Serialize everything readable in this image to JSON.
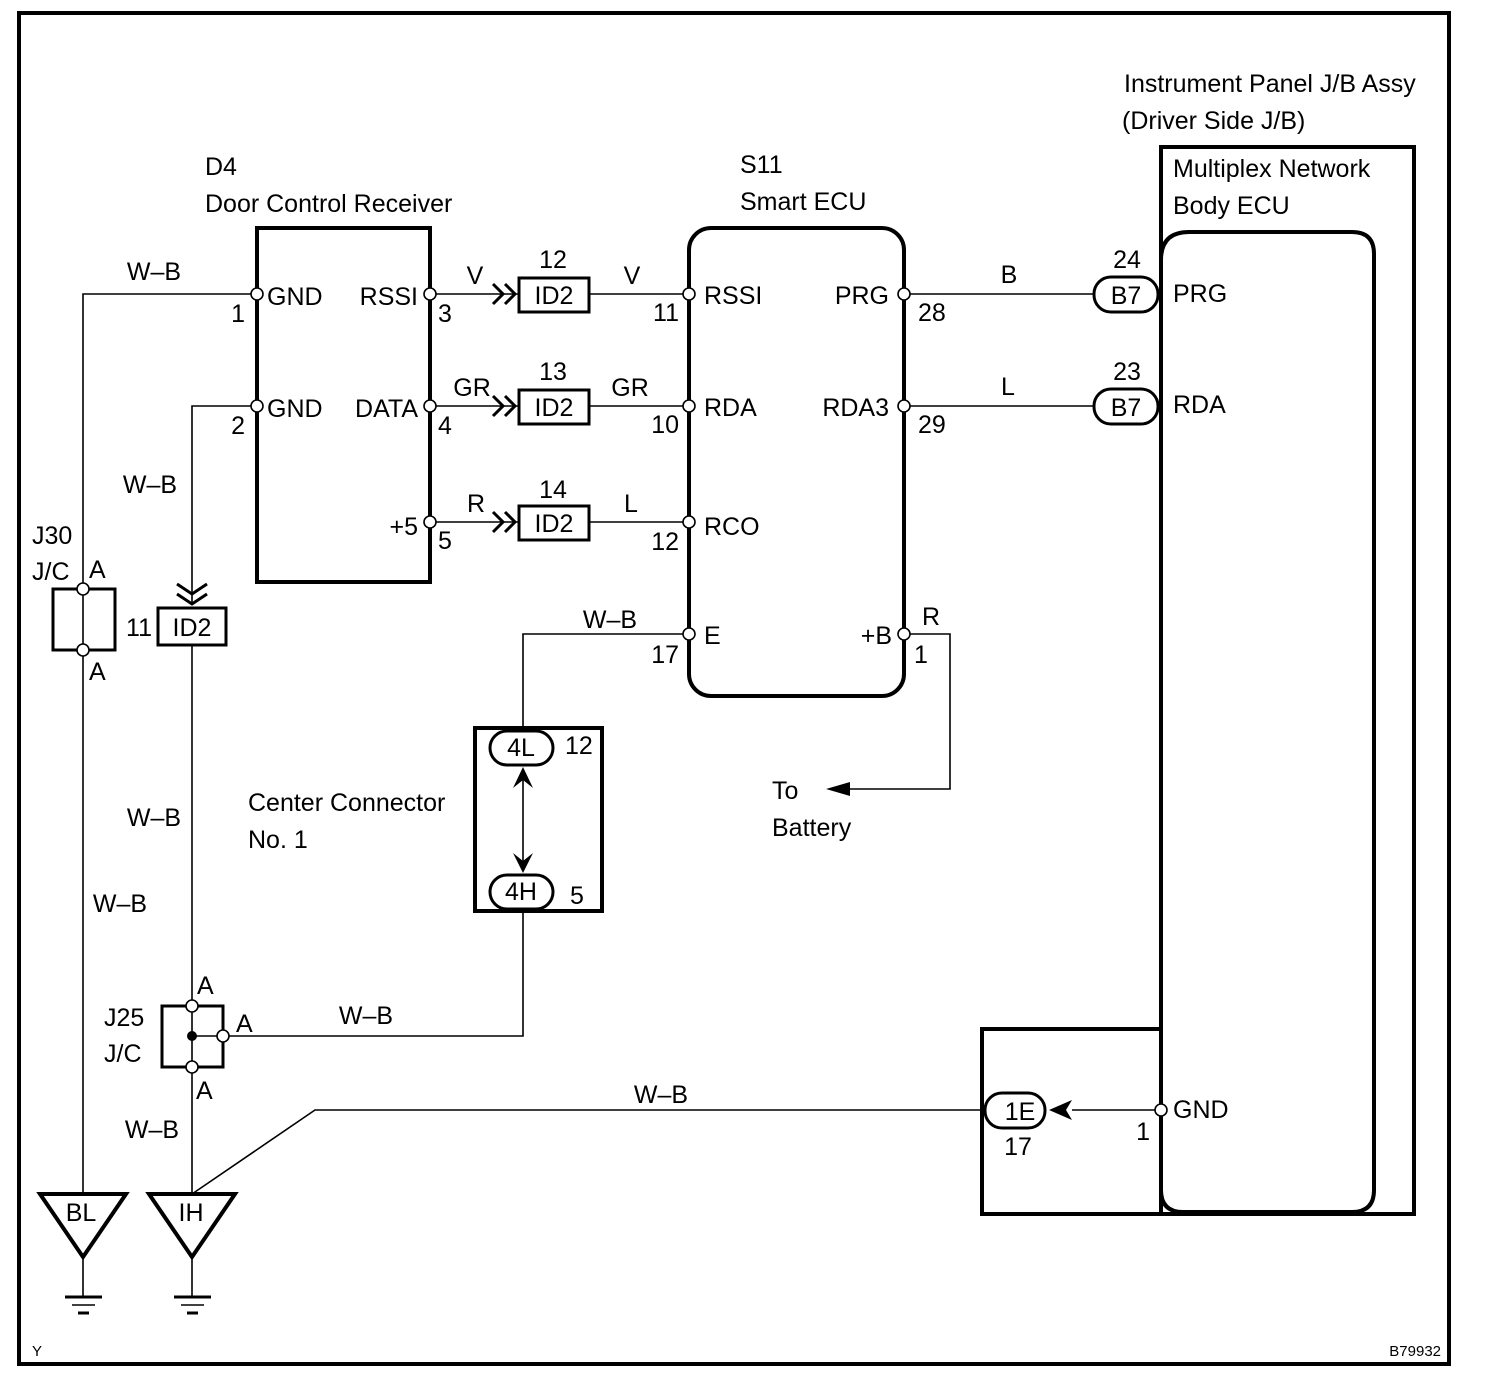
{
  "diagram": {
    "type": "wiring-diagram",
    "page_code": "Y",
    "figure_id": "B79932",
    "components": {
      "d4": {
        "code": "D4",
        "name": "Door Control Receiver",
        "pins": [
          {
            "num": "1",
            "label": "GND"
          },
          {
            "num": "2",
            "label": "GND"
          },
          {
            "num": "3",
            "label": "RSSI"
          },
          {
            "num": "4",
            "label": "DATA"
          },
          {
            "num": "5",
            "label": "+5"
          }
        ]
      },
      "s11": {
        "code": "S11",
        "name": "Smart ECU",
        "pins": [
          {
            "num": "11",
            "label": "RSSI"
          },
          {
            "num": "10",
            "label": "RDA"
          },
          {
            "num": "12",
            "label": "RCO"
          },
          {
            "num": "17",
            "label": "E"
          },
          {
            "num": "28",
            "label": "PRG"
          },
          {
            "num": "29",
            "label": "RDA3"
          },
          {
            "num": "1",
            "label": "+B"
          }
        ]
      },
      "jb": {
        "name_line1": "Instrument Panel J/B Assy",
        "name_line2": "(Driver Side J/B)"
      },
      "body_ecu": {
        "name_line1": "Multiplex Network",
        "name_line2": "Body ECU",
        "pins": [
          {
            "num": "24",
            "connector": "B7",
            "label": "PRG"
          },
          {
            "num": "23",
            "connector": "B7",
            "label": "RDA"
          },
          {
            "num": "1",
            "label": "GND"
          }
        ]
      },
      "center_connector": {
        "name_line1": "Center Connector",
        "name_line2": "No. 1",
        "top": {
          "connector": "4L",
          "pin": "12"
        },
        "bottom": {
          "connector": "4H",
          "pin": "5"
        }
      },
      "j30": {
        "code": "J30",
        "type": "J/C",
        "pin_top": "A",
        "pin_bottom": "A"
      },
      "j25": {
        "code": "J25",
        "type": "J/C",
        "pin_top": "A",
        "pin_right": "A",
        "pin_bottom": "A"
      },
      "id2_connectors": [
        {
          "pin": "12",
          "label": "ID2"
        },
        {
          "pin": "13",
          "label": "ID2"
        },
        {
          "pin": "14",
          "label": "ID2"
        },
        {
          "pin": "11",
          "label": "ID2"
        }
      ],
      "jb_gnd_connector": {
        "connector": "1E",
        "pin": "17"
      },
      "grounds": [
        {
          "label": "BL"
        },
        {
          "label": "IH"
        }
      ],
      "battery": {
        "line1": "To",
        "line2": "Battery"
      }
    },
    "wires": {
      "gnd1": "W–B",
      "gnd2": "W–B",
      "rssi_in": "V",
      "rssi_out": "V",
      "data_in": "GR",
      "data_out": "GR",
      "p5_in": "R",
      "rco_out": "L",
      "e_wire": "W–B",
      "prg": "B",
      "rda3": "L",
      "batt": "R",
      "id2_down": "W–B",
      "j30_down": "W–B",
      "j25_right": "W–B",
      "j25_down": "W–B",
      "jb_gnd": "W–B"
    }
  }
}
